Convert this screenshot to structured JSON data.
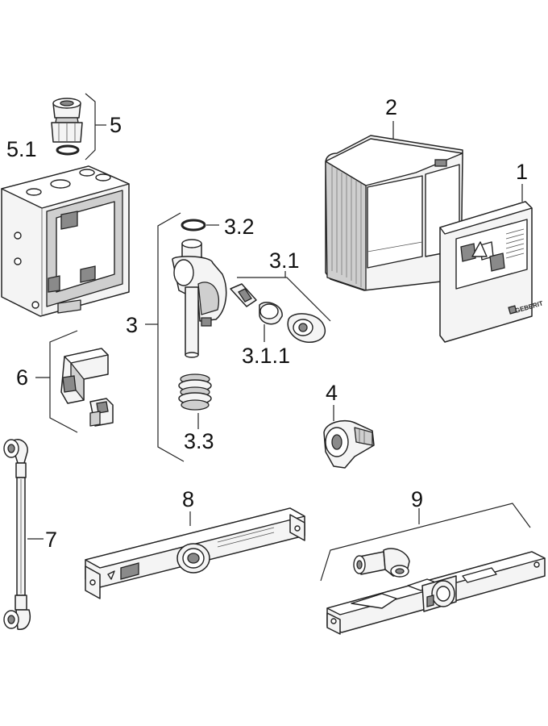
{
  "labels": {
    "l1": "1",
    "l2": "2",
    "l3": "3",
    "l3_1": "3.1",
    "l3_1_1": "3.1.1",
    "l3_2": "3.2",
    "l3_3": "3.3",
    "l4": "4",
    "l5": "5",
    "l5_1": "5.1",
    "l6": "6",
    "l7": "7",
    "l8": "8",
    "l9": "9"
  },
  "brand_logo": "GEBERIT"
}
